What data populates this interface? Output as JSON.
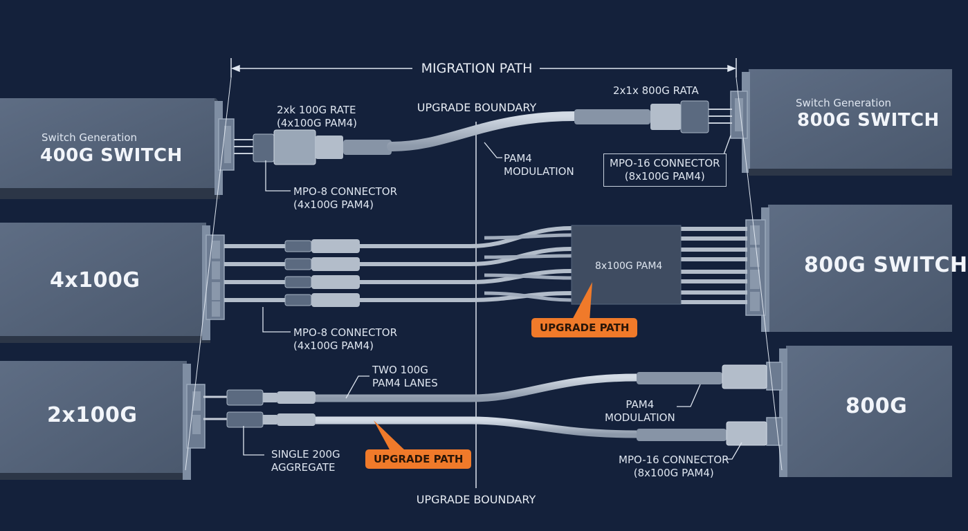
{
  "header": {
    "migration_path": "MIGRATION PATH"
  },
  "boundary": {
    "top": "UPGRADE BOUNDARY",
    "bottom": "UPGRADE BOUNDARY"
  },
  "left_switches": [
    {
      "subtitle": "Switch Generation",
      "name": "400G SWITCH"
    },
    {
      "subtitle": "",
      "name": "4x100G"
    },
    {
      "subtitle": "",
      "name": "2x100G"
    }
  ],
  "right_switches": [
    {
      "subtitle": "Switch Generation",
      "name": "800G SWITCH"
    },
    {
      "subtitle": "",
      "name": "800G SWITCH"
    },
    {
      "subtitle": "",
      "name": "800G"
    }
  ],
  "row1": {
    "rate_left": [
      "2xk 100G RATE",
      "(4x100G PAM4)"
    ],
    "connector_left": [
      "MPO-8 CONNECTOR",
      "(4x100G PAM4)"
    ],
    "modulation": [
      "PAM4",
      "MODULATION"
    ],
    "rate_right": "2x1x 800G RATA",
    "connector_right": [
      "MPO-16 CONNECTOR",
      "(8x100G PAM4)"
    ]
  },
  "row2": {
    "breakout": "8x100G PAM4",
    "upgrade_badge": "UPGRADE PATH",
    "connector_left": [
      "MPO-8 CONNECTOR",
      "(4x100G PAM4)"
    ]
  },
  "row3": {
    "lanes": [
      "TWO 100G",
      "PAM4 LANES"
    ],
    "aggregate": [
      "SINGLE 200G",
      "AGGREGATE"
    ],
    "upgrade_badge": "UPGRADE PATH",
    "modulation": [
      "PAM4",
      "MODULATION"
    ],
    "connector_right": [
      "MPO-16 CONNECTOR",
      "(8x100G PAM4)"
    ]
  },
  "colors": {
    "background": "#14213b",
    "switch": "#55667e",
    "cable": "#b9c3d0",
    "accent": "#f07a2a"
  }
}
